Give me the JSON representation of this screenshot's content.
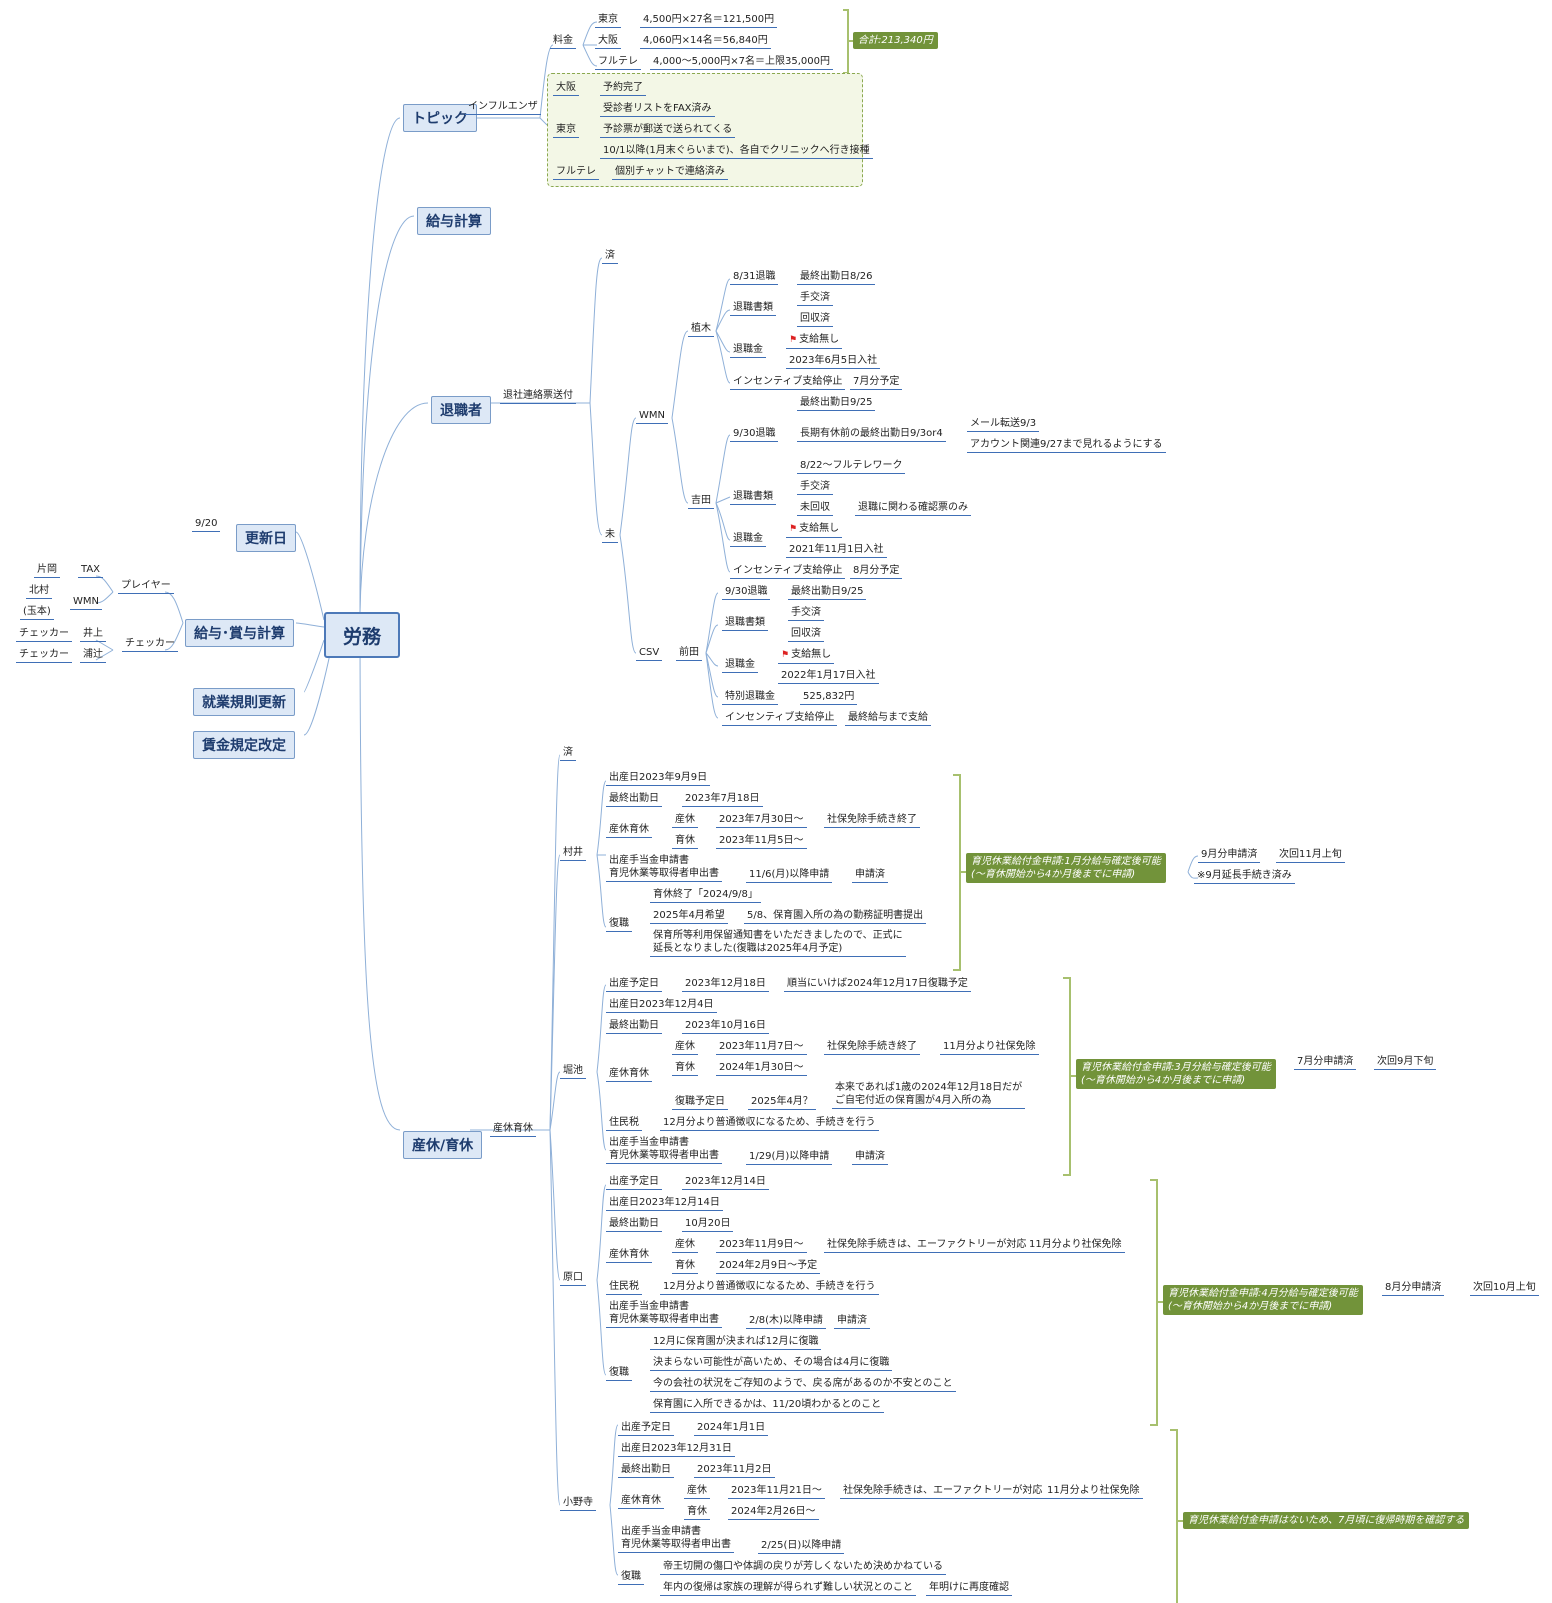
{
  "root": "労務",
  "branches": {
    "topic": "トピック",
    "salary_calc": "給与計算",
    "retirees": "退職者",
    "update_date": "更新日",
    "salary_bonus": "給与･賞与計算",
    "work_rules": "就業規則更新",
    "wage_rules": "賃金規定改定",
    "maternity": "産休/育休"
  },
  "topic": {
    "influenza": "インフルエンザ",
    "fee": "料金",
    "fee_rows": [
      {
        "place": "東京",
        "calc": "4,500円×27名＝121,500円"
      },
      {
        "place": "大阪",
        "calc": "4,060円×14名＝56,840円"
      },
      {
        "place": "フルテレ",
        "calc": "4,000～5,000円×7名＝上限35,000円"
      }
    ],
    "total": "合計:213,340円",
    "osaka": "大阪",
    "osaka_status": "予約完了",
    "tokyo": "東京",
    "tokyo_items": [
      "受診者リストをFAX済み",
      "予診票が郵送で送られてくる",
      "10/1以降(1月末ぐらいまで)、各自でクリニックへ行き接種"
    ],
    "fulltele": "フルテレ",
    "fulltele_status": "個別チャットで連絡済み"
  },
  "update": {
    "value": "9/20"
  },
  "payroll": {
    "player": "プレイヤー",
    "checker": "チェッカー",
    "tax": "TAX",
    "wmn": "WMN",
    "katayose": "片岡",
    "kitamura": "北村",
    "tamamoto": "(玉本)",
    "inoue": "井上",
    "urasuji": "浦辻",
    "checker1": "チェッカー",
    "checker2": "チェッカー"
  },
  "retiree": {
    "notice": "退社連絡票送付",
    "done": "済",
    "pending": "未",
    "wmn": "WMN",
    "csv": "CSV",
    "ueki": {
      "name": "植木",
      "retire": "8/31退職",
      "last": "最終出勤日8/26",
      "docs": "退職書類",
      "docs_items": [
        "手交済",
        "回収済"
      ],
      "pay": "退職金",
      "pay_none": "支給無し",
      "joined": "2023年6月5日入社",
      "incentive": "インセンティブ支給停止",
      "incentive_val": "7月分予定"
    },
    "yoshida": {
      "name": "吉田",
      "retire": "9/30退職",
      "last": "最終出勤日9/25",
      "leave": "長期有休前の最終出勤日9/3or4",
      "mail": "メール転送9/3",
      "account": "アカウント関連9/27まで見れるようにする",
      "telework": "8/22～フルテレワーク",
      "docs": "退職書類",
      "handed": "手交済",
      "uncollected": "未回収",
      "uncollected_note": "退職に関わる確認票のみ",
      "pay": "退職金",
      "pay_none": "支給無し",
      "joined": "2021年11月1日入社",
      "incentive": "インセンティブ支給停止",
      "incentive_val": "8月分予定"
    },
    "maeda": {
      "name": "前田",
      "retire": "9/30退職",
      "last": "最終出勤日9/25",
      "docs": "退職書類",
      "docs_items": [
        "手交済",
        "回収済"
      ],
      "pay": "退職金",
      "pay_none": "支給無し",
      "joined": "2022年1月17日入社",
      "special": "特別退職金",
      "special_val": "525,832円",
      "incentive": "インセンティブ支給停止",
      "incentive_val": "最終給与まで支給"
    }
  },
  "maternity": {
    "leave": "産休育休",
    "done": "済",
    "murai": {
      "name": "村井",
      "birth": "出産日2023年9月9日",
      "last_label": "最終出勤日",
      "last": "2023年7月18日",
      "leave_label": "産休育休",
      "sankyu": "産休",
      "sankyu_date": "2023年7月30日～",
      "sankyu_note": "社保免除手続き終了",
      "ikukyu": "育休",
      "ikukyu_date": "2023年11月5日～",
      "apply": "出産手当金申請書\n育児休業等取得者申出書",
      "apply_date": "11/6(月)以降申請",
      "apply_status": "申請済",
      "return": "復職",
      "end": "育休終了「2024/9/8」",
      "hope": "2025年4月希望",
      "hope_note": "5/8、保育園入所の為の勤務証明書提出",
      "extend": "保育所等利用保留通知書をいただきましたので、正式に\n延長となりました(復職は2025年4月予定)",
      "benefit": "育児休業給付金申請:1月分給与確定後可能\n(～育休開始から4か月後までに申請)",
      "benefit_1": "9月分申請済",
      "benefit_1_next": "次回11月上旬",
      "benefit_2": "※9月延長手続き済み"
    },
    "horiike": {
      "name": "堀池",
      "due_label": "出産予定日",
      "due": "2023年12月18日",
      "due_note": "順当にいけば2024年12月17日復職予定",
      "birth": "出産日2023年12月4日",
      "last_label": "最終出勤日",
      "last": "2023年10月16日",
      "leave_label": "産休育休",
      "sankyu": "産休",
      "sankyu_date": "2023年11月7日～",
      "sankyu_note": "社保免除手続き終了",
      "sankyu_note2": "11月分より社保免除",
      "ikukyu": "育休",
      "ikukyu_date": "2024年1月30日～",
      "return_label": "復職予定日",
      "return_date": "2025年4月？",
      "return_note": "本来であれば1歳の2024年12月18日だが\nご自宅付近の保育園が4月入所の為",
      "tax_label": "住民税",
      "tax": "12月分より普通徴収になるため、手続きを行う",
      "apply": "出産手当金申請書\n育児休業等取得者申出書",
      "apply_date": "1/29(月)以降申請",
      "apply_status": "申請済",
      "benefit": "育児休業給付金申請:3月分給与確定後可能\n(～育休開始から4か月後までに申請)",
      "benefit_1": "7月分申請済",
      "benefit_1_next": "次回9月下旬"
    },
    "haraguchi": {
      "name": "原口",
      "due_label": "出産予定日",
      "due": "2023年12月14日",
      "birth": "出産日2023年12月14日",
      "last_label": "最終出勤日",
      "last": "10月20日",
      "leave_label": "産休育休",
      "sankyu": "産休",
      "sankyu_date": "2023年11月9日～",
      "sankyu_note": "社保免除手続きは、エーファクトリーが対応",
      "sankyu_note2": "11月分より社保免除",
      "ikukyu": "育休",
      "ikukyu_date": "2024年2月9日～予定",
      "tax_label": "住民税",
      "tax": "12月分より普通徴収になるため、手続きを行う",
      "apply": "出産手当金申請書\n育児休業等取得者申出書",
      "apply_date": "2/8(木)以降申請",
      "apply_status": "申請済",
      "return": "復職",
      "return_items": [
        "12月に保育園が決まれば12月に復職",
        "決まらない可能性が高いため、その場合は4月に復職",
        "今の会社の状況をご存知のようで、戻る席があるのか不安とのこと",
        "保育園に入所できるかは、11/20頃わかるとのこと"
      ],
      "benefit": "育児休業給付金申請:4月分給与確定後可能\n(～育休開始から4か月後までに申請)",
      "benefit_1": "8月分申請済",
      "benefit_1_next": "次回10月上旬"
    },
    "onodera": {
      "name": "小野寺",
      "due_label": "出産予定日",
      "due": "2024年1月1日",
      "birth": "出産日2023年12月31日",
      "last_label": "最終出勤日",
      "last": "2023年11月2日",
      "leave_label": "産休育休",
      "sankyu": "産休",
      "sankyu_date": "2023年11月21日～",
      "sankyu_note": "社保免除手続きは、エーファクトリーが対応",
      "sankyu_note2": "11月分より社保免除",
      "ikukyu": "育休",
      "ikukyu_date": "2024年2月26日～",
      "apply": "出産手当金申請書\n育児休業等取得者申出書",
      "apply_date": "2/25(日)以降申請",
      "return": "復職",
      "return_1": "帝王切開の傷口や体調の戻りが芳しくないため決めかねている",
      "return_2": "年内の復帰は家族の理解が得られず難しい状況とのこと",
      "return_2_note": "年明けに再度確認",
      "benefit": "育児休業給付金申請はないため、7月頃に復帰時期を確認する"
    }
  }
}
